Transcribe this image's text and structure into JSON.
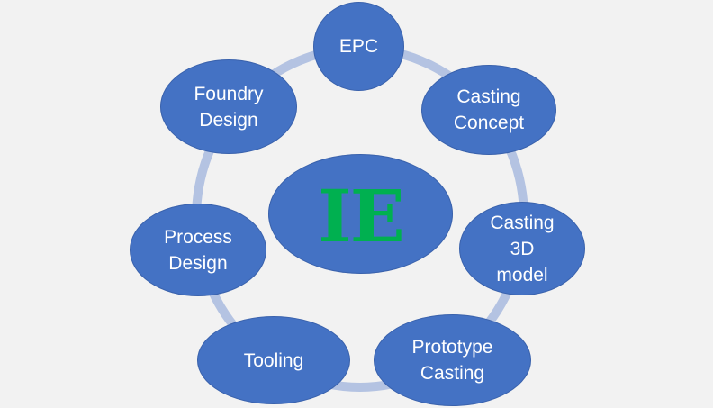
{
  "diagram": {
    "center": {
      "label": "IE",
      "color": "#00b050"
    },
    "node_color": "#4472c4",
    "ring_color": "#b4c3e2",
    "background": "#f2f2f2",
    "nodes": [
      {
        "id": "epc",
        "lines": [
          "EPC"
        ]
      },
      {
        "id": "casting-concept",
        "lines": [
          "Casting",
          "Concept"
        ]
      },
      {
        "id": "casting-3d-model",
        "lines": [
          "Casting",
          "3D",
          "model"
        ]
      },
      {
        "id": "prototype-casting",
        "lines": [
          "Prototype",
          "Casting"
        ]
      },
      {
        "id": "tooling",
        "lines": [
          "Tooling"
        ]
      },
      {
        "id": "process-design",
        "lines": [
          "Process",
          "Design"
        ]
      },
      {
        "id": "foundry-design",
        "lines": [
          "Foundry",
          "Design"
        ]
      }
    ]
  }
}
